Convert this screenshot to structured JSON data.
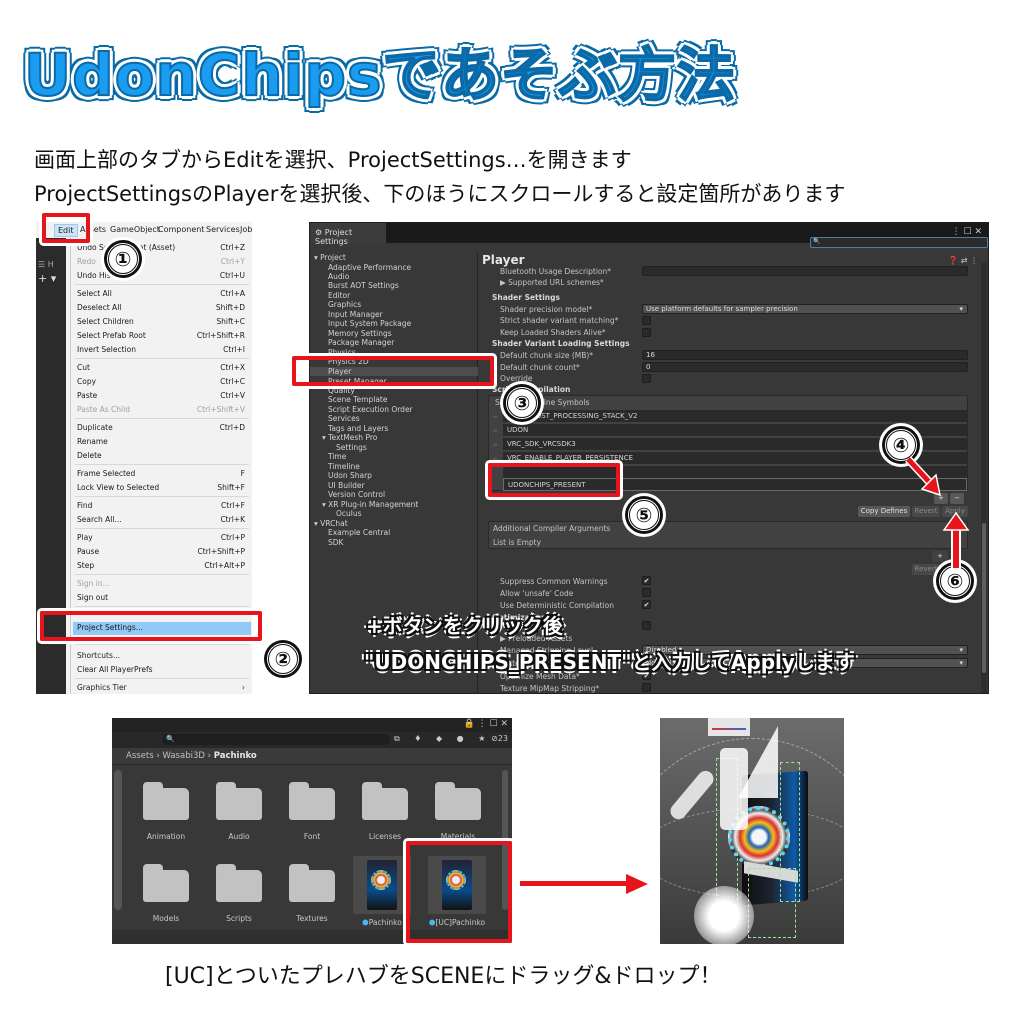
{
  "title": "UdonChipsであそぶ方法",
  "instructions": {
    "line1": "画面上部のタブからEditを選択、ProjectSettings…を開きます",
    "line2": "ProjectSettingsのPlayerを選択後、下のほうにスクロールすると設定箇所があります"
  },
  "steps": [
    "①",
    "②",
    "③",
    "④",
    "⑤",
    "⑥"
  ],
  "edit_menu": {
    "menubar": [
      ":",
      "Edit",
      "Assets",
      "GameObject",
      "Component",
      "Services",
      "Job"
    ],
    "side": {
      "hierarchy_label": "☰ H",
      "add_label": "+ ▾"
    },
    "items": [
      {
        "label": "Undo Select Caaat (Asset)",
        "shortcut": "Ctrl+Z",
        "disabled": false
      },
      {
        "label": "Redo",
        "shortcut": "Ctrl+Y",
        "disabled": true
      },
      {
        "label": "Undo History",
        "shortcut": "Ctrl+U",
        "disabled": false
      },
      {
        "label": "Select All",
        "shortcut": "Ctrl+A",
        "disabled": false
      },
      {
        "label": "Deselect All",
        "shortcut": "Shift+D",
        "disabled": false
      },
      {
        "label": "Select Children",
        "shortcut": "Shift+C",
        "disabled": false
      },
      {
        "label": "Select Prefab Root",
        "shortcut": "Ctrl+Shift+R",
        "disabled": false
      },
      {
        "label": "Invert Selection",
        "shortcut": "Ctrl+I",
        "disabled": false
      },
      {
        "label": "Cut",
        "shortcut": "Ctrl+X",
        "disabled": false
      },
      {
        "label": "Copy",
        "shortcut": "Ctrl+C",
        "disabled": false
      },
      {
        "label": "Paste",
        "shortcut": "Ctrl+V",
        "disabled": false
      },
      {
        "label": "Paste As Child",
        "shortcut": "Ctrl+Shift+V",
        "disabled": true
      },
      {
        "label": "Duplicate",
        "shortcut": "Ctrl+D",
        "disabled": false
      },
      {
        "label": "Rename",
        "shortcut": "",
        "disabled": false
      },
      {
        "label": "Delete",
        "shortcut": "",
        "disabled": false
      },
      {
        "label": "Frame Selected",
        "shortcut": "F",
        "disabled": false
      },
      {
        "label": "Lock View to Selected",
        "shortcut": "Shift+F",
        "disabled": false
      },
      {
        "label": "Find",
        "shortcut": "Ctrl+F",
        "disabled": false
      },
      {
        "label": "Search All...",
        "shortcut": "Ctrl+K",
        "disabled": false
      },
      {
        "label": "Play",
        "shortcut": "Ctrl+P",
        "disabled": false
      },
      {
        "label": "Pause",
        "shortcut": "Ctrl+Shift+P",
        "disabled": false
      },
      {
        "label": "Step",
        "shortcut": "Ctrl+Alt+P",
        "disabled": false
      },
      {
        "label": "Sign in...",
        "shortcut": "",
        "disabled": true
      },
      {
        "label": "Sign out",
        "shortcut": "",
        "disabled": false
      },
      {
        "label": "Project Settings...",
        "shortcut": "",
        "disabled": false,
        "highlighted": true
      },
      {
        "label": "Shortcuts...",
        "shortcut": "",
        "disabled": false
      },
      {
        "label": "Clear All PlayerPrefs",
        "shortcut": "",
        "disabled": false
      },
      {
        "label": "Graphics Tier",
        "shortcut": "›",
        "disabled": false
      }
    ]
  },
  "project_settings": {
    "tab_label": "Project Settings",
    "tab_icon": "gear-icon",
    "window_controls": "⋮ ☐ ✕",
    "search_placeholder": "",
    "tree": [
      {
        "label": "▾ Project",
        "indent": 0
      },
      {
        "label": "Adaptive Performance",
        "indent": 1
      },
      {
        "label": "Audio",
        "indent": 1
      },
      {
        "label": "Burst AOT Settings",
        "indent": 1
      },
      {
        "label": "Editor",
        "indent": 1
      },
      {
        "label": "Graphics",
        "indent": 1
      },
      {
        "label": "Input Manager",
        "indent": 1
      },
      {
        "label": "Input System Package",
        "indent": 1
      },
      {
        "label": "Memory Settings",
        "indent": 1
      },
      {
        "label": "Package Manager",
        "indent": 1
      },
      {
        "label": "Physics",
        "indent": 1
      },
      {
        "label": "Physics 2D",
        "indent": 1
      },
      {
        "label": "Player",
        "indent": 1,
        "selected": true
      },
      {
        "label": "Preset Manager",
        "indent": 1
      },
      {
        "label": "Quality",
        "indent": 1
      },
      {
        "label": "Scene Template",
        "indent": 1
      },
      {
        "label": "Script Execution Order",
        "indent": 1
      },
      {
        "label": "Services",
        "indent": 1
      },
      {
        "label": "Tags and Layers",
        "indent": 1
      },
      {
        "label": "▾ TextMesh Pro",
        "indent": 1
      },
      {
        "label": "Settings",
        "indent": 2
      },
      {
        "label": "Time",
        "indent": 1
      },
      {
        "label": "Timeline",
        "indent": 1
      },
      {
        "label": "Udon Sharp",
        "indent": 1
      },
      {
        "label": "UI Builder",
        "indent": 1
      },
      {
        "label": "Version Control",
        "indent": 1
      },
      {
        "label": "▾ XR Plug-in Management",
        "indent": 1
      },
      {
        "label": "Oculus",
        "indent": 2
      },
      {
        "label": "▾ VRChat",
        "indent": 0
      },
      {
        "label": "Example Central",
        "indent": 1
      },
      {
        "label": "SDK",
        "indent": 1
      }
    ],
    "inspector": {
      "title": "Player",
      "header_icons": "❓ ⇄ ⋮",
      "bluetooth_label": "Bluetooth Usage Description*",
      "url_schemes_label": "▶ Supported URL schemes*",
      "shader_settings_header": "Shader Settings",
      "shader_precision_label": "Shader precision model*",
      "shader_precision_value": "Use platform defaults for sampler precision",
      "strict_variant_label": "Strict shader variant matching*",
      "keep_loaded_label": "Keep Loaded Shaders Alive*",
      "variant_loading_header": "Shader Variant Loading Settings",
      "chunk_size_label": "Default chunk size (MB)*",
      "chunk_size_value": "16",
      "chunk_count_label": "Default chunk count*",
      "chunk_count_value": "0",
      "override_label": "Override",
      "script_compilation_header": "Script Compilation",
      "define_symbols_label": "Scripting Define Symbols",
      "define_symbols": [
        "UNITY_POST_PROCESSING_STACK_V2",
        "UDON",
        "VRC_SDK_VRCSDK3",
        "VRC_ENABLE_PLAYER_PERSISTENCE",
        "",
        "UDONCHIPS_PRESENT"
      ],
      "add_button": "+",
      "remove_button": "−",
      "copy_defines_button": "Copy Defines",
      "revert_button": "Revert",
      "apply_button": "Apply",
      "additional_args_label": "Additional Compiler Arguments",
      "list_empty": "List is Empty",
      "add_button_2": "+",
      "revert_button_2": "Revert",
      "suppress_warnings_label": "Suppress Common Warnings",
      "unsafe_code_label": "Allow 'unsafe' Code",
      "deterministic_label": "Use Deterministic Compilation",
      "optimization_header": "Optimization",
      "preloaded_assets_label": "▶ Preloaded Assets",
      "managed_stripping_label": "Managed Stripping Level",
      "managed_stripping_value": "Disabled",
      "vertex_compression_label": "Vertex Compression*",
      "vertex_compression_value": "Normal",
      "optimize_mesh_label": "Optimize Mesh Data*",
      "texture_mip_label": "Texture MipMap Stripping*"
    }
  },
  "overlay_caption": {
    "line1": "+ボタンをクリック後",
    "line2": "\"UDONCHIPS_PRESENT\"と入力してApplyします"
  },
  "project_window": {
    "window_controls": "🔒 ⋮ ☐ ✕",
    "search_placeholder": "",
    "toolbar_icons": "⧉ ♦ ◆ ● ★",
    "hidden_count": "23",
    "breadcrumb": [
      "Assets",
      "Wasabi3D",
      "Pachinko"
    ],
    "folders": [
      "Animation",
      "Audio",
      "Font",
      "Licenses",
      "Materials",
      "Models",
      "Scripts",
      "Textures"
    ],
    "prefabs": [
      "Pachinko",
      "[UC]Pachinko"
    ]
  },
  "bottom_caption": "[UC]とついたプレハブをSCENEにドラッグ&ドロップ！",
  "colors": {
    "title_blue": "#1a9cf0",
    "highlight_red": "#e8141b",
    "unity_dark": "#383838",
    "menu_highlight": "#91c9f7"
  }
}
